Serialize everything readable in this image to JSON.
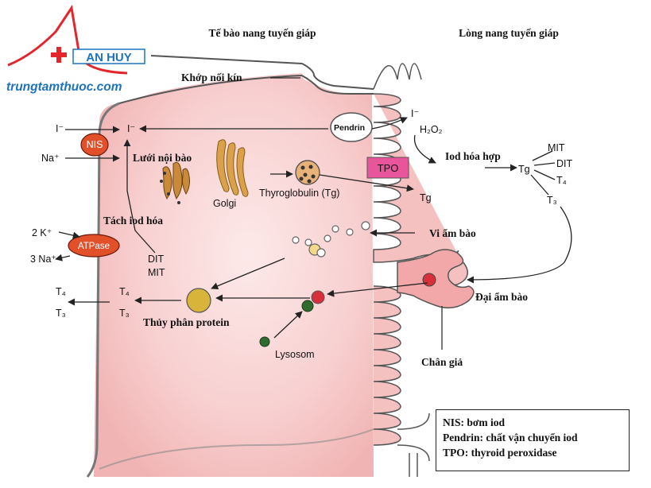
{
  "logo": {
    "brand_text": "AN HUY",
    "website": "trungtamthuoc.com",
    "colors": {
      "red": "#e3262b",
      "blue": "#1e73be"
    }
  },
  "headers": {
    "left_region": "Tế bào nang tuyến giáp",
    "right_region": "Lòng nang tuyến giáp"
  },
  "labels": {
    "tight_junction": "Khớp nối kín",
    "pendrin": "Pendrin",
    "iodide_top_lumen": "I⁻",
    "h2o2": "H₂O₂",
    "iodination": "Iod hóa hợp",
    "tpo": "TPO",
    "tg_lumen": "Tg",
    "tg_out": "Tg",
    "mit": "MIT",
    "dit": "DIT",
    "t4_lumen": "T₄",
    "t3_lumen": "T₃",
    "iodide_in": "I⁻",
    "iodide_cell": "I⁻",
    "nis": "NIS",
    "na_in": "Na⁺",
    "er": "Lưới nội bào",
    "golgi": "Golgi",
    "thyroglobulin": "Thyroglobulin (Tg)",
    "deiodination": "Tách iod hóa",
    "k_in": "2 K⁺",
    "atpase": "ATPase",
    "na_out": "3 Na⁺",
    "dit_cell": "DIT",
    "mit_cell": "MIT",
    "micropinocytosis": "Vi ẩm bào",
    "macropinocytosis": "Đại ẩm bào",
    "pseudopod": "Chân giả",
    "t4_cell": "T₄",
    "t3_cell": "T₃",
    "t4_out": "T₄",
    "t3_out": "T₃",
    "hydrolysis": "Thủy phân protein",
    "lysosome": "Lysosom"
  },
  "legend": [
    "NIS: bơm iod",
    "Pendrin: chất vận chuyển iod",
    "TPO: thyroid peroxidase"
  ],
  "colors": {
    "cell_fill": "#f6c9c9",
    "cell_center": "#fbe3e3",
    "lumen_fill": "#ffffff",
    "nis_atpase": "#e2502a",
    "tpo": "#e8559a",
    "pseudopod": "#f2a3a3",
    "lysosome_green": "#2f6b2f",
    "lysosome_red": "#d7303a",
    "vesicle_yellow": "#d9b43a"
  }
}
